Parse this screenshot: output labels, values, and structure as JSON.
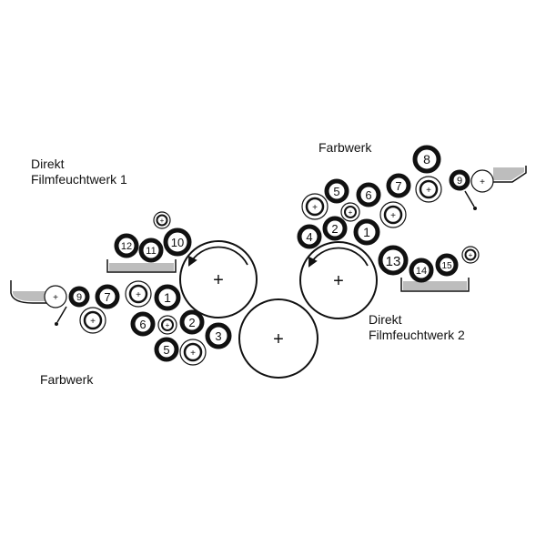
{
  "labels": {
    "direkt_1_line1": "Direkt",
    "direkt_1_line2": "Filmfeuchtwerk 1",
    "farbwerk_left": "Farbwerk",
    "farbwerk_right": "Farbwerk",
    "direkt_2_line1": "Direkt",
    "direkt_2_line2": "Filmfeuchtwerk 2"
  },
  "roller_numbers": {
    "left_1": "1",
    "left_2": "2",
    "left_3": "3",
    "left_5": "5",
    "left_6": "6",
    "left_7": "7",
    "left_9": "9",
    "left_10": "10",
    "left_11": "11",
    "left_12": "12",
    "right_1": "1",
    "right_2": "2",
    "right_4": "4",
    "right_5": "5",
    "right_6": "6",
    "right_7": "7",
    "right_8": "8",
    "right_9": "9",
    "right_13": "13",
    "right_14": "14",
    "right_15": "15"
  },
  "cylinder_marks": {
    "plus": "+"
  },
  "colors": {
    "line": "#111111",
    "fill": "#ffffff",
    "tray": "#bdbdbd"
  }
}
